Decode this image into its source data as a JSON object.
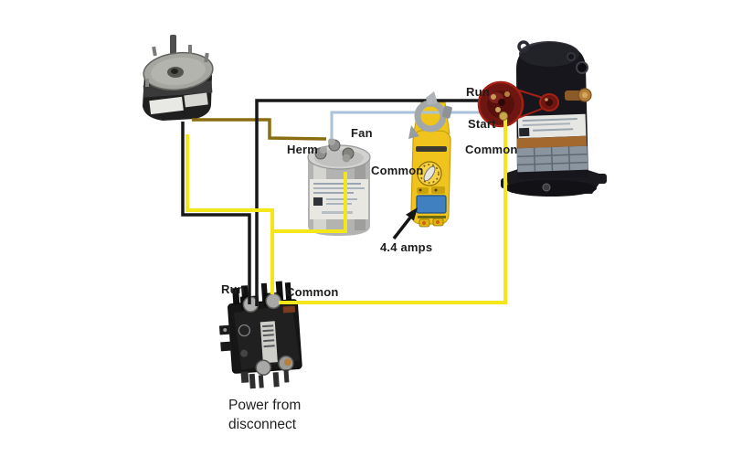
{
  "diagram": {
    "labels": {
      "capacitor": {
        "herm": "Herm",
        "fan": "Fan",
        "common": "Common"
      },
      "compressor": {
        "run": "Run",
        "start": "Start",
        "common": "Common"
      },
      "contactor": {
        "run": "Run",
        "common": "Common"
      },
      "meter_reading": "4.4 amps",
      "power_source": {
        "line1": "Power from",
        "line2": "disconnect"
      }
    },
    "components": {
      "motor": "condenser-fan-motor",
      "capacitor": "dual-run-capacitor",
      "meter": "clamp-meter",
      "compressor": "compressor",
      "contactor": "contactor"
    },
    "wire_colors": {
      "run_black": "#181818",
      "herm_brown": "#8a6d12",
      "start_blue": "#a9c2da",
      "common_yellow": "#f3e71c"
    },
    "callout_color": "#a32015"
  }
}
